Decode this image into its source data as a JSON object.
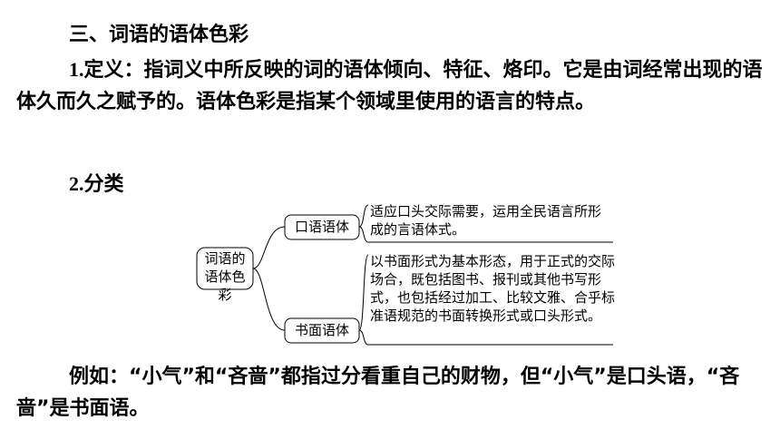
{
  "heading": "三、词语的语体色彩",
  "definition": {
    "number": "1.",
    "text": "定义：指词义中所反映的词的语体倾向、特征、烙印。它是由词经常出现的语体久而久之赋予的。语体色彩是指某个领域里使用的语言的特点。"
  },
  "classification": {
    "number": "2.",
    "title": "分类"
  },
  "diagram": {
    "root_line1": "词语的",
    "root_line2": "语体色彩",
    "oral": {
      "label": "口语语体",
      "description": "适应口头交际需要，运用全民语言所形成的言语体式。"
    },
    "written": {
      "label": "书面语体",
      "description": "以书面形式为基本形态，用于正式的交际场合，既包括图书、报刊或其他书写形式，也包括经过加工、比较文雅、合乎标准语规范的书面转换形式或口头形式。"
    }
  },
  "example": "例如：“小气”和“吝啬”都指过分看重自己的财物，但“小气”是口头语，“吝啬”是书面语。"
}
